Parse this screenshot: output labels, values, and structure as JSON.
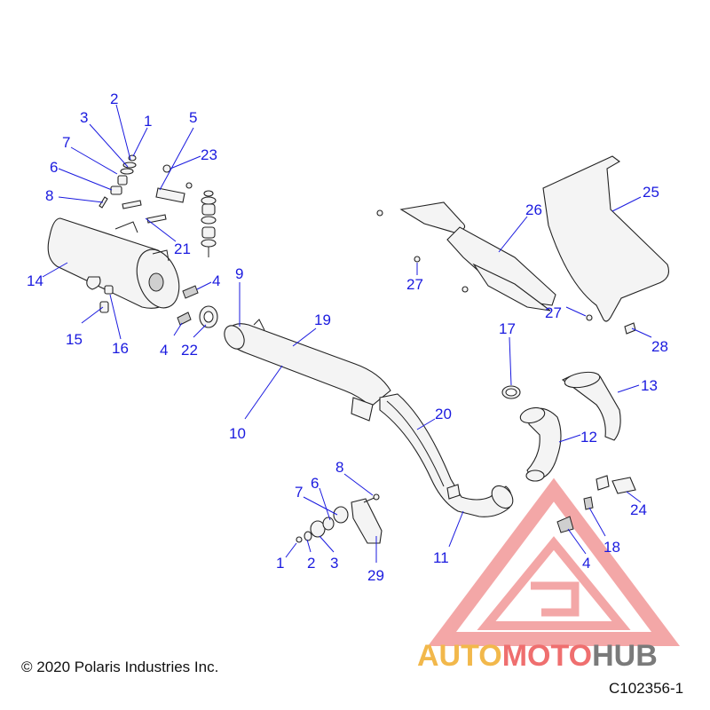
{
  "diagram": {
    "callouts": [
      {
        "text": "2"
      },
      {
        "text": "3"
      },
      {
        "text": "1"
      },
      {
        "text": "5"
      },
      {
        "text": "7"
      },
      {
        "text": "23"
      },
      {
        "text": "6"
      },
      {
        "text": "8"
      },
      {
        "text": "21"
      },
      {
        "text": "14"
      },
      {
        "text": "4"
      },
      {
        "text": "9"
      },
      {
        "text": "15"
      },
      {
        "text": "16"
      },
      {
        "text": "4"
      },
      {
        "text": "22"
      },
      {
        "text": "19"
      },
      {
        "text": "10"
      },
      {
        "text": "20"
      },
      {
        "text": "8"
      },
      {
        "text": "7"
      },
      {
        "text": "6"
      },
      {
        "text": "1"
      },
      {
        "text": "2"
      },
      {
        "text": "3"
      },
      {
        "text": "29"
      },
      {
        "text": "11"
      },
      {
        "text": "25"
      },
      {
        "text": "26"
      },
      {
        "text": "27"
      },
      {
        "text": "27"
      },
      {
        "text": "17"
      },
      {
        "text": "28"
      },
      {
        "text": "13"
      },
      {
        "text": "12"
      },
      {
        "text": "24"
      },
      {
        "text": "18"
      },
      {
        "text": "4"
      }
    ]
  },
  "footer": {
    "copyright": "© 2020 Polaris Industries Inc.",
    "doc_number": "C102356-1"
  },
  "watermark": {
    "auto": "AUTO",
    "moto": "MOTO",
    "hub": "HUB",
    "colors": {
      "auto": "#f2b84b",
      "moto": "#ef6f6f",
      "hub": "#7a7a7a",
      "triangle": "#f08a8a"
    }
  }
}
